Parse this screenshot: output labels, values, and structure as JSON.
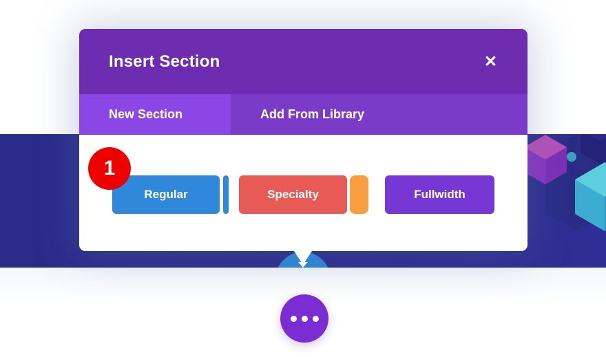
{
  "modal": {
    "title": "Insert Section",
    "close_icon": "✕",
    "tabs": {
      "new_section": "New Section",
      "add_from_library": "Add From Library",
      "active_tab": "New Section"
    },
    "section_buttons": {
      "regular": {
        "label": "Regular",
        "color": "#2f88d9",
        "accent_bar_color": "#2f88d9"
      },
      "specialty": {
        "label": "Specialty",
        "color": "#e85a55",
        "accent_bar_color": "#f99e40"
      },
      "fullwidth": {
        "label": "Fullwidth",
        "color": "#7637d4"
      }
    },
    "header_color": "#6e2cb0",
    "active_tab_color": "#8c46e6",
    "inactive_tab_color": "#7a3bc8"
  },
  "annotation_badge": {
    "value": "1",
    "color": "#ee0000"
  },
  "canvas": {
    "band_color": "#2b2b8a",
    "add_section_circle_color": "#2b87d9",
    "options_button_color": "#7b2dd3",
    "decor": {
      "magenta_cube": "#9a3fce",
      "teal_cube": "#3fb2d2",
      "navy_cube": "#232379",
      "teal_dot": "#3e9fc0"
    }
  }
}
